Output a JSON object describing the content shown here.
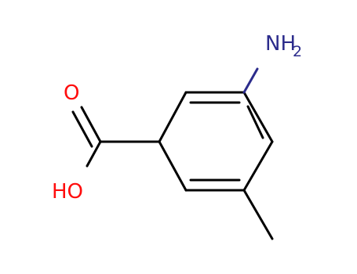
{
  "molecule": {
    "name": "",
    "colors": {
      "bond": "#000000",
      "oxygen": "#ff0d0d",
      "nitrogen": "#2c2c8c"
    },
    "atom_labels": {
      "amine": {
        "main": "NH",
        "sub": "2",
        "element": "N"
      },
      "carbonyl_oxygen": {
        "main": "O",
        "element": "O"
      },
      "hydroxyl": {
        "main": "HO",
        "element": "O"
      }
    }
  }
}
